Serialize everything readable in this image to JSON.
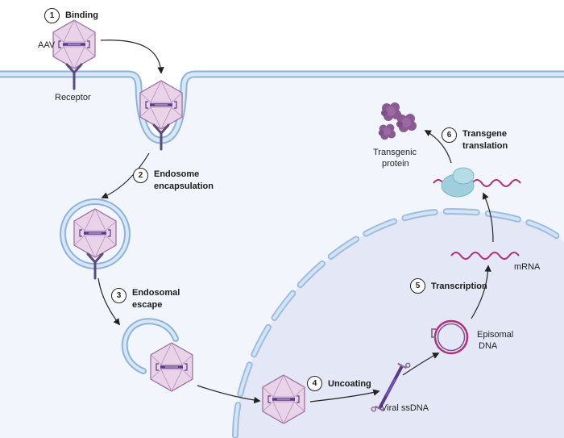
{
  "steps": [
    {
      "num": "1",
      "line1": "Binding",
      "line2": ""
    },
    {
      "num": "2",
      "line1": "Endosome",
      "line2": "encapsulation"
    },
    {
      "num": "3",
      "line1": "Endosomal",
      "line2": "escape"
    },
    {
      "num": "4",
      "line1": "Uncoating",
      "line2": ""
    },
    {
      "num": "5",
      "line1": "Transcription",
      "line2": ""
    },
    {
      "num": "6",
      "line1": "Transgene",
      "line2": "translation"
    }
  ],
  "labels": {
    "aav": "AAV",
    "receptor": "Receptor",
    "viral_ssdna": "Viral ssDNA",
    "episomal_line1": "Episomal",
    "episomal_line2": "DNA",
    "mrna": "mRNA",
    "protein_line1": "Transgenic",
    "protein_line2": "protein"
  },
  "colors": {
    "membrane_fill": "#c9dcf0",
    "membrane_stroke": "#8eb3da",
    "cytoplasm": "#f2f6fc",
    "nucleus": "#e4e8f6",
    "capsid_fill": "#e8d3e8",
    "capsid_stroke": "#9a6aa0",
    "genome": "#5a3a8a",
    "receptor": "#5b4a7a",
    "protein": "#8a5a92",
    "ribosome": "#9fcfdc",
    "mrna": "#b0307a"
  },
  "icons": [
    "aav-capsid-icon",
    "receptor-icon",
    "endosome-icon",
    "nucleus-icon",
    "dna-icon",
    "ribosome-icon",
    "protein-icon",
    "arrow-icon"
  ]
}
